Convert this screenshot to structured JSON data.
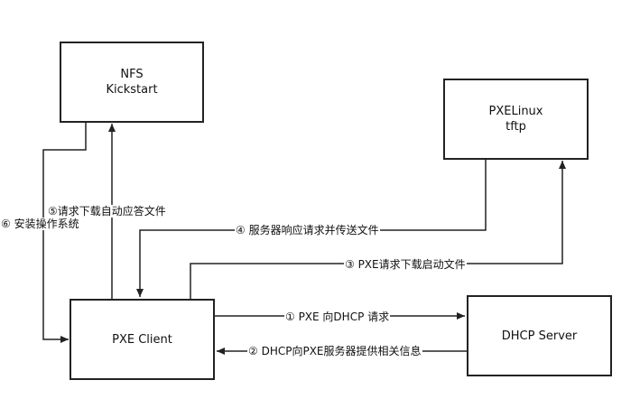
{
  "nodes": {
    "nfs": {
      "line1": "NFS",
      "line2": "Kickstart"
    },
    "pxelinux": {
      "line1": "PXELinux",
      "line2": "tftp"
    },
    "client": {
      "line1": "PXE Client"
    },
    "dhcp": {
      "line1": "DHCP Server"
    }
  },
  "edges": {
    "step1": "① PXE 向DHCP 请求",
    "step2": "② DHCP向PXE服务器提供相关信息",
    "step3": "③ PXE请求下载启动文件",
    "step4": "④ 服务器响应请求并传送文件",
    "step5": "⑤请求下载自动应答文件",
    "step6": "⑥ 安装操作系统"
  }
}
